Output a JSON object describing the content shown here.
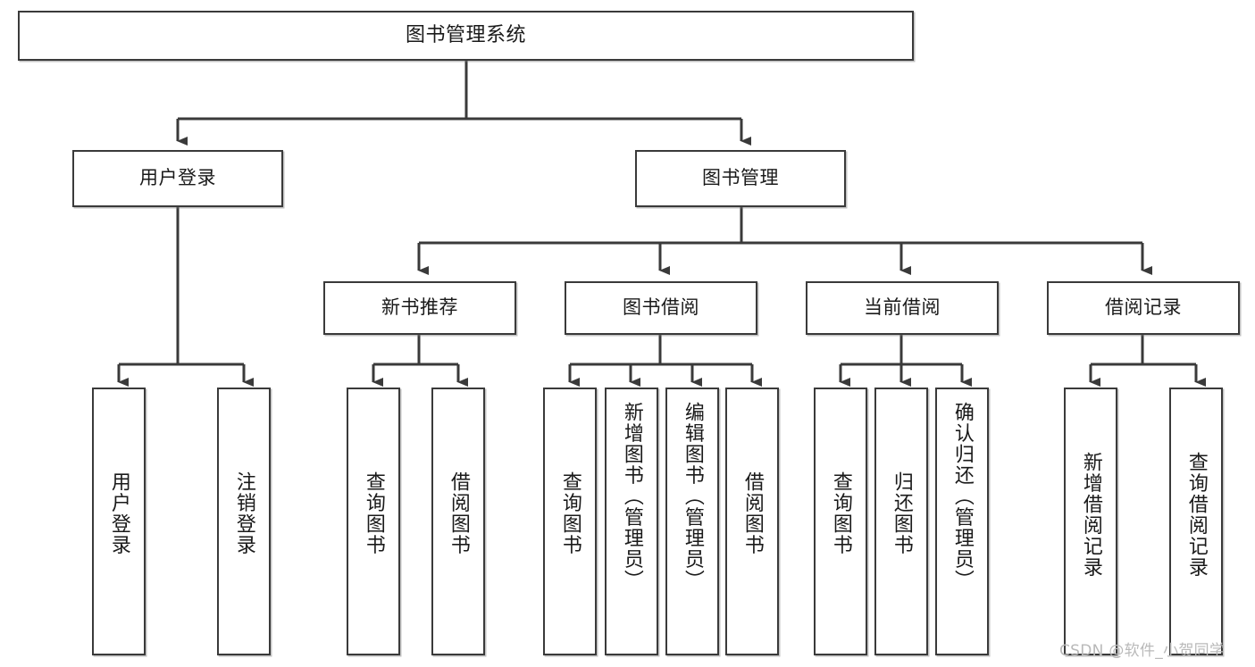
{
  "diagram": {
    "type": "tree-hierarchy",
    "title": "图书管理系统",
    "watermark": "CSDN @软件_小贺同学",
    "colors": {
      "stroke": "#3a3a3a",
      "fill": "#ffffff",
      "text": "#1a1a1a",
      "watermark": "#b9b9b9"
    },
    "levels": {
      "root": {
        "label": "图书管理系统"
      },
      "level1": [
        {
          "label": "用户登录"
        },
        {
          "label": "图书管理"
        }
      ],
      "level2": [
        {
          "label": "新书推荐"
        },
        {
          "label": "图书借阅"
        },
        {
          "label": "当前借阅"
        },
        {
          "label": "借阅记录"
        }
      ],
      "level3": {
        "user_login": [
          {
            "label": "用户登录"
          },
          {
            "label": "注销登录"
          }
        ],
        "new_book_recommend": [
          {
            "label": "查询图书"
          },
          {
            "label": "借阅图书"
          }
        ],
        "book_borrow": [
          {
            "label": "查询图书"
          },
          {
            "label": "新增图书（管理员）"
          },
          {
            "label": "编辑图书（管理员）"
          },
          {
            "label": "借阅图书"
          }
        ],
        "current_borrow": [
          {
            "label": "查询图书"
          },
          {
            "label": "归还图书"
          },
          {
            "label": "确认归还（管理员）"
          }
        ],
        "borrow_record": [
          {
            "label": "新增借阅记录"
          },
          {
            "label": "查询借阅记录"
          }
        ]
      }
    }
  }
}
